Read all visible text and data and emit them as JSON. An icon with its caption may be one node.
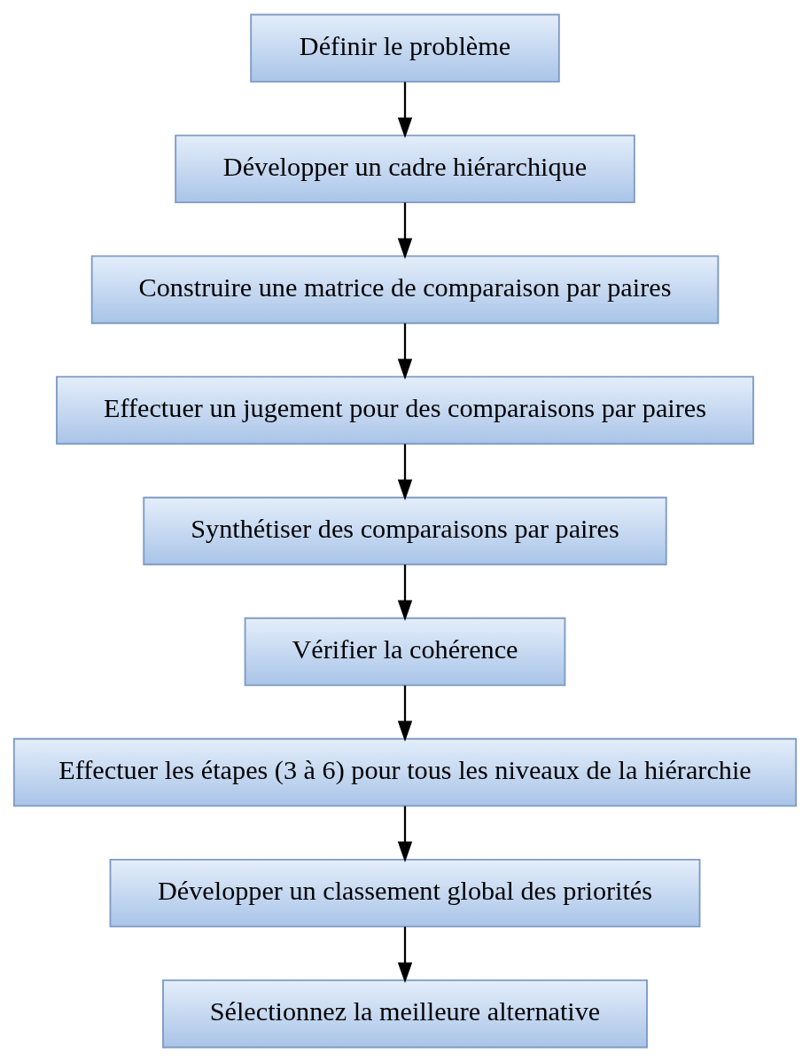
{
  "diagram": {
    "nodes": [
      {
        "text": [
          "Définir le problème"
        ]
      },
      {
        "text": [
          "Développer un cadre hiérarchique"
        ]
      },
      {
        "text": [
          "Construire une matrice de comparaison par paires"
        ]
      },
      {
        "text": [
          "Effectuer un jugement pour des comparaisons par paires"
        ]
      },
      {
        "text": [
          "Synthétiser des comparaisons par paires"
        ]
      },
      {
        "text": [
          "Vérifier la cohérence"
        ]
      },
      {
        "text": [
          "Effectuer les étapes (3 à 6) pour tous les niveaux de la hiérarchie"
        ]
      },
      {
        "text": [
          "Développer un classement global des priorités"
        ]
      },
      {
        "text": [
          "Sélectionnez la meilleure alternative"
        ]
      }
    ],
    "edges": [
      {
        "from": 0,
        "to": 1,
        "arrow": "to"
      },
      {
        "from": 1,
        "to": 2,
        "arrow": "to"
      },
      {
        "from": 2,
        "to": 3,
        "arrow": "to"
      },
      {
        "from": 3,
        "to": 4,
        "arrow": "to"
      },
      {
        "from": 4,
        "to": 5,
        "arrow": "to"
      },
      {
        "from": 5,
        "to": 6,
        "arrow": "to"
      },
      {
        "from": 6,
        "to": 7,
        "arrow": "to"
      },
      {
        "from": 7,
        "to": 8,
        "arrow": "to"
      }
    ]
  }
}
